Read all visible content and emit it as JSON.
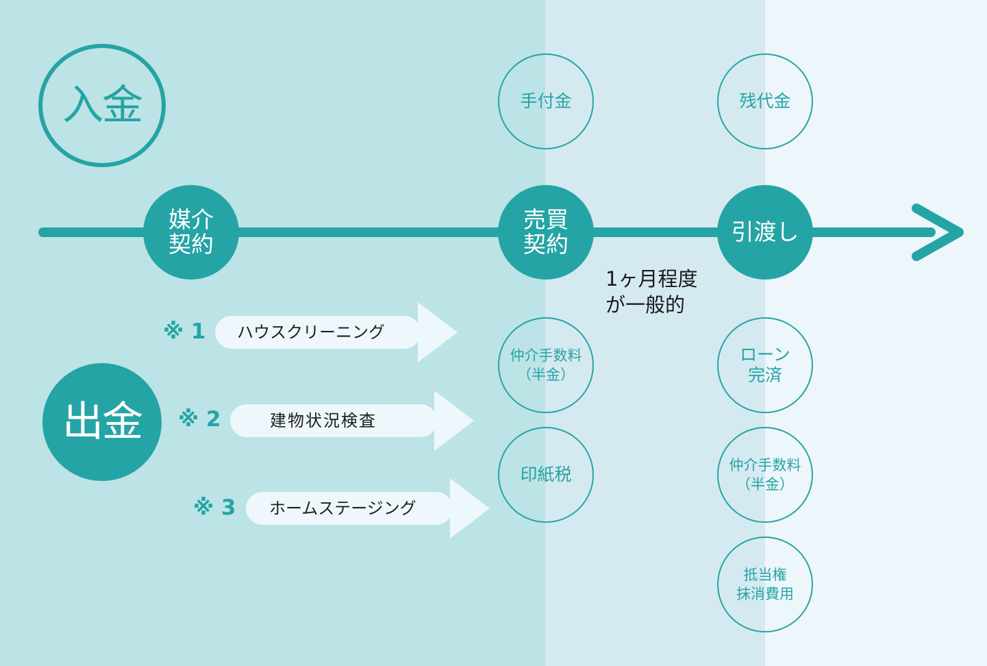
{
  "colors": {
    "teal": "#25a4a5",
    "bg_left": "#bce3e5",
    "bg_middle": "#d5e9f1",
    "bg_right": "#edf6fb"
  },
  "income": {
    "label": "入金",
    "items": [
      "手付金",
      "残代金"
    ]
  },
  "expense": {
    "label": "出金"
  },
  "milestones": [
    {
      "line1": "媒介",
      "line2": "契約"
    },
    {
      "line1": "売買",
      "line2": "契約"
    },
    {
      "line1": "引渡し",
      "line2": ""
    }
  ],
  "duration": {
    "line1": "1ヶ月程度",
    "line2": "が一般的"
  },
  "optional_services": [
    {
      "mark": "※ 1",
      "label": "ハウスクリーニング"
    },
    {
      "mark": "※ 2",
      "label": "建物状況検査"
    },
    {
      "mark": "※ 3",
      "label": "ホームステージング"
    }
  ],
  "contract_expenses": [
    {
      "line1": "仲介手数料",
      "line2": "（半金）"
    },
    {
      "line1": "印紙税",
      "line2": ""
    }
  ],
  "handover_expenses": [
    {
      "line1": "ローン",
      "line2": "完済"
    },
    {
      "line1": "仲介手数料",
      "line2": "（半金）"
    },
    {
      "line1": "抵当権",
      "line2": "抹消費用"
    }
  ]
}
